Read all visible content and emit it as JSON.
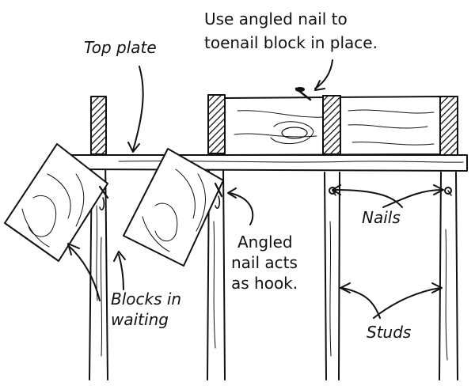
{
  "labels": {
    "top_plate": "Top plate",
    "use_angled_line1": "Use angled nail to",
    "use_angled_line2": "toenail block in place.",
    "nails": "Nails",
    "angled_line1": "Angled",
    "angled_line2": "nail acts",
    "angled_line3": "as hook.",
    "blocks_line1": "Blocks in",
    "blocks_line2": "waiting",
    "studs": "Studs"
  },
  "icons": [
    "nail-icon",
    "wood-grain-icon"
  ],
  "colors": {
    "ink": "#111111",
    "paper": "#ffffff"
  }
}
